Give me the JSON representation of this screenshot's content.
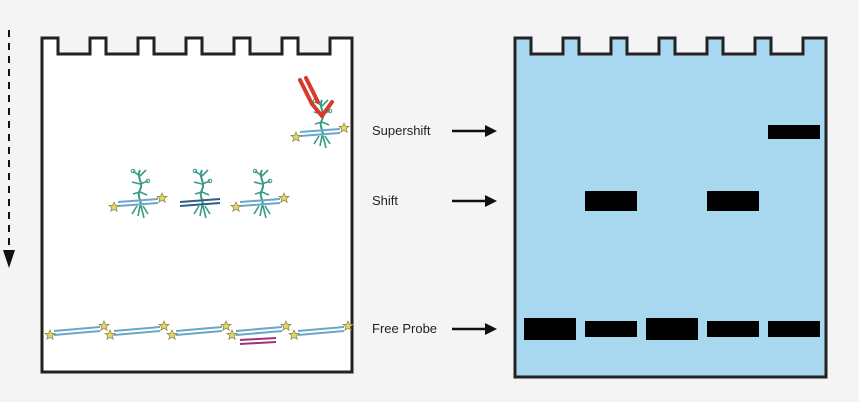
{
  "labels": {
    "supershift": "Supershift",
    "shift": "Shift",
    "free_probe": "Free Probe"
  },
  "colors": {
    "gel_fill": "#a8d8f0",
    "band": "#000000",
    "dna_strand": "#6aa7c8",
    "dna_strand_dark": "#2f5f86",
    "competitor_strand": "#a0327a",
    "protein": "#3a9a86",
    "antibody": "#d63a2a",
    "label_star": "#e2d66a"
  },
  "icons": {
    "migration_arrow": "dashed-down-arrow-icon",
    "label_arrow": "right-arrow-icon",
    "probe": "dna-probe-icon",
    "protein": "protein-icon",
    "antibody": "antibody-icon"
  },
  "left_panel": {
    "lanes": [
      {
        "lane": 1,
        "content": "free-probe"
      },
      {
        "lane": 2,
        "content": "protein-dna-complex"
      },
      {
        "lane": 3,
        "content": "protein-dna-complex"
      },
      {
        "lane": 4,
        "content": "protein-dna-complex-with-competitor"
      },
      {
        "lane": 5,
        "content": "protein-dna-complex-with-antibody"
      }
    ]
  },
  "right_panel": {
    "lanes": [
      {
        "lane": 1,
        "free_probe": "large",
        "shift": false,
        "supershift": false
      },
      {
        "lane": 2,
        "free_probe": "normal",
        "shift": true,
        "supershift": false
      },
      {
        "lane": 3,
        "free_probe": "large",
        "shift": false,
        "supershift": false
      },
      {
        "lane": 4,
        "free_probe": "normal",
        "shift": true,
        "supershift": false
      },
      {
        "lane": 5,
        "free_probe": "normal",
        "shift": false,
        "supershift": true
      }
    ]
  }
}
